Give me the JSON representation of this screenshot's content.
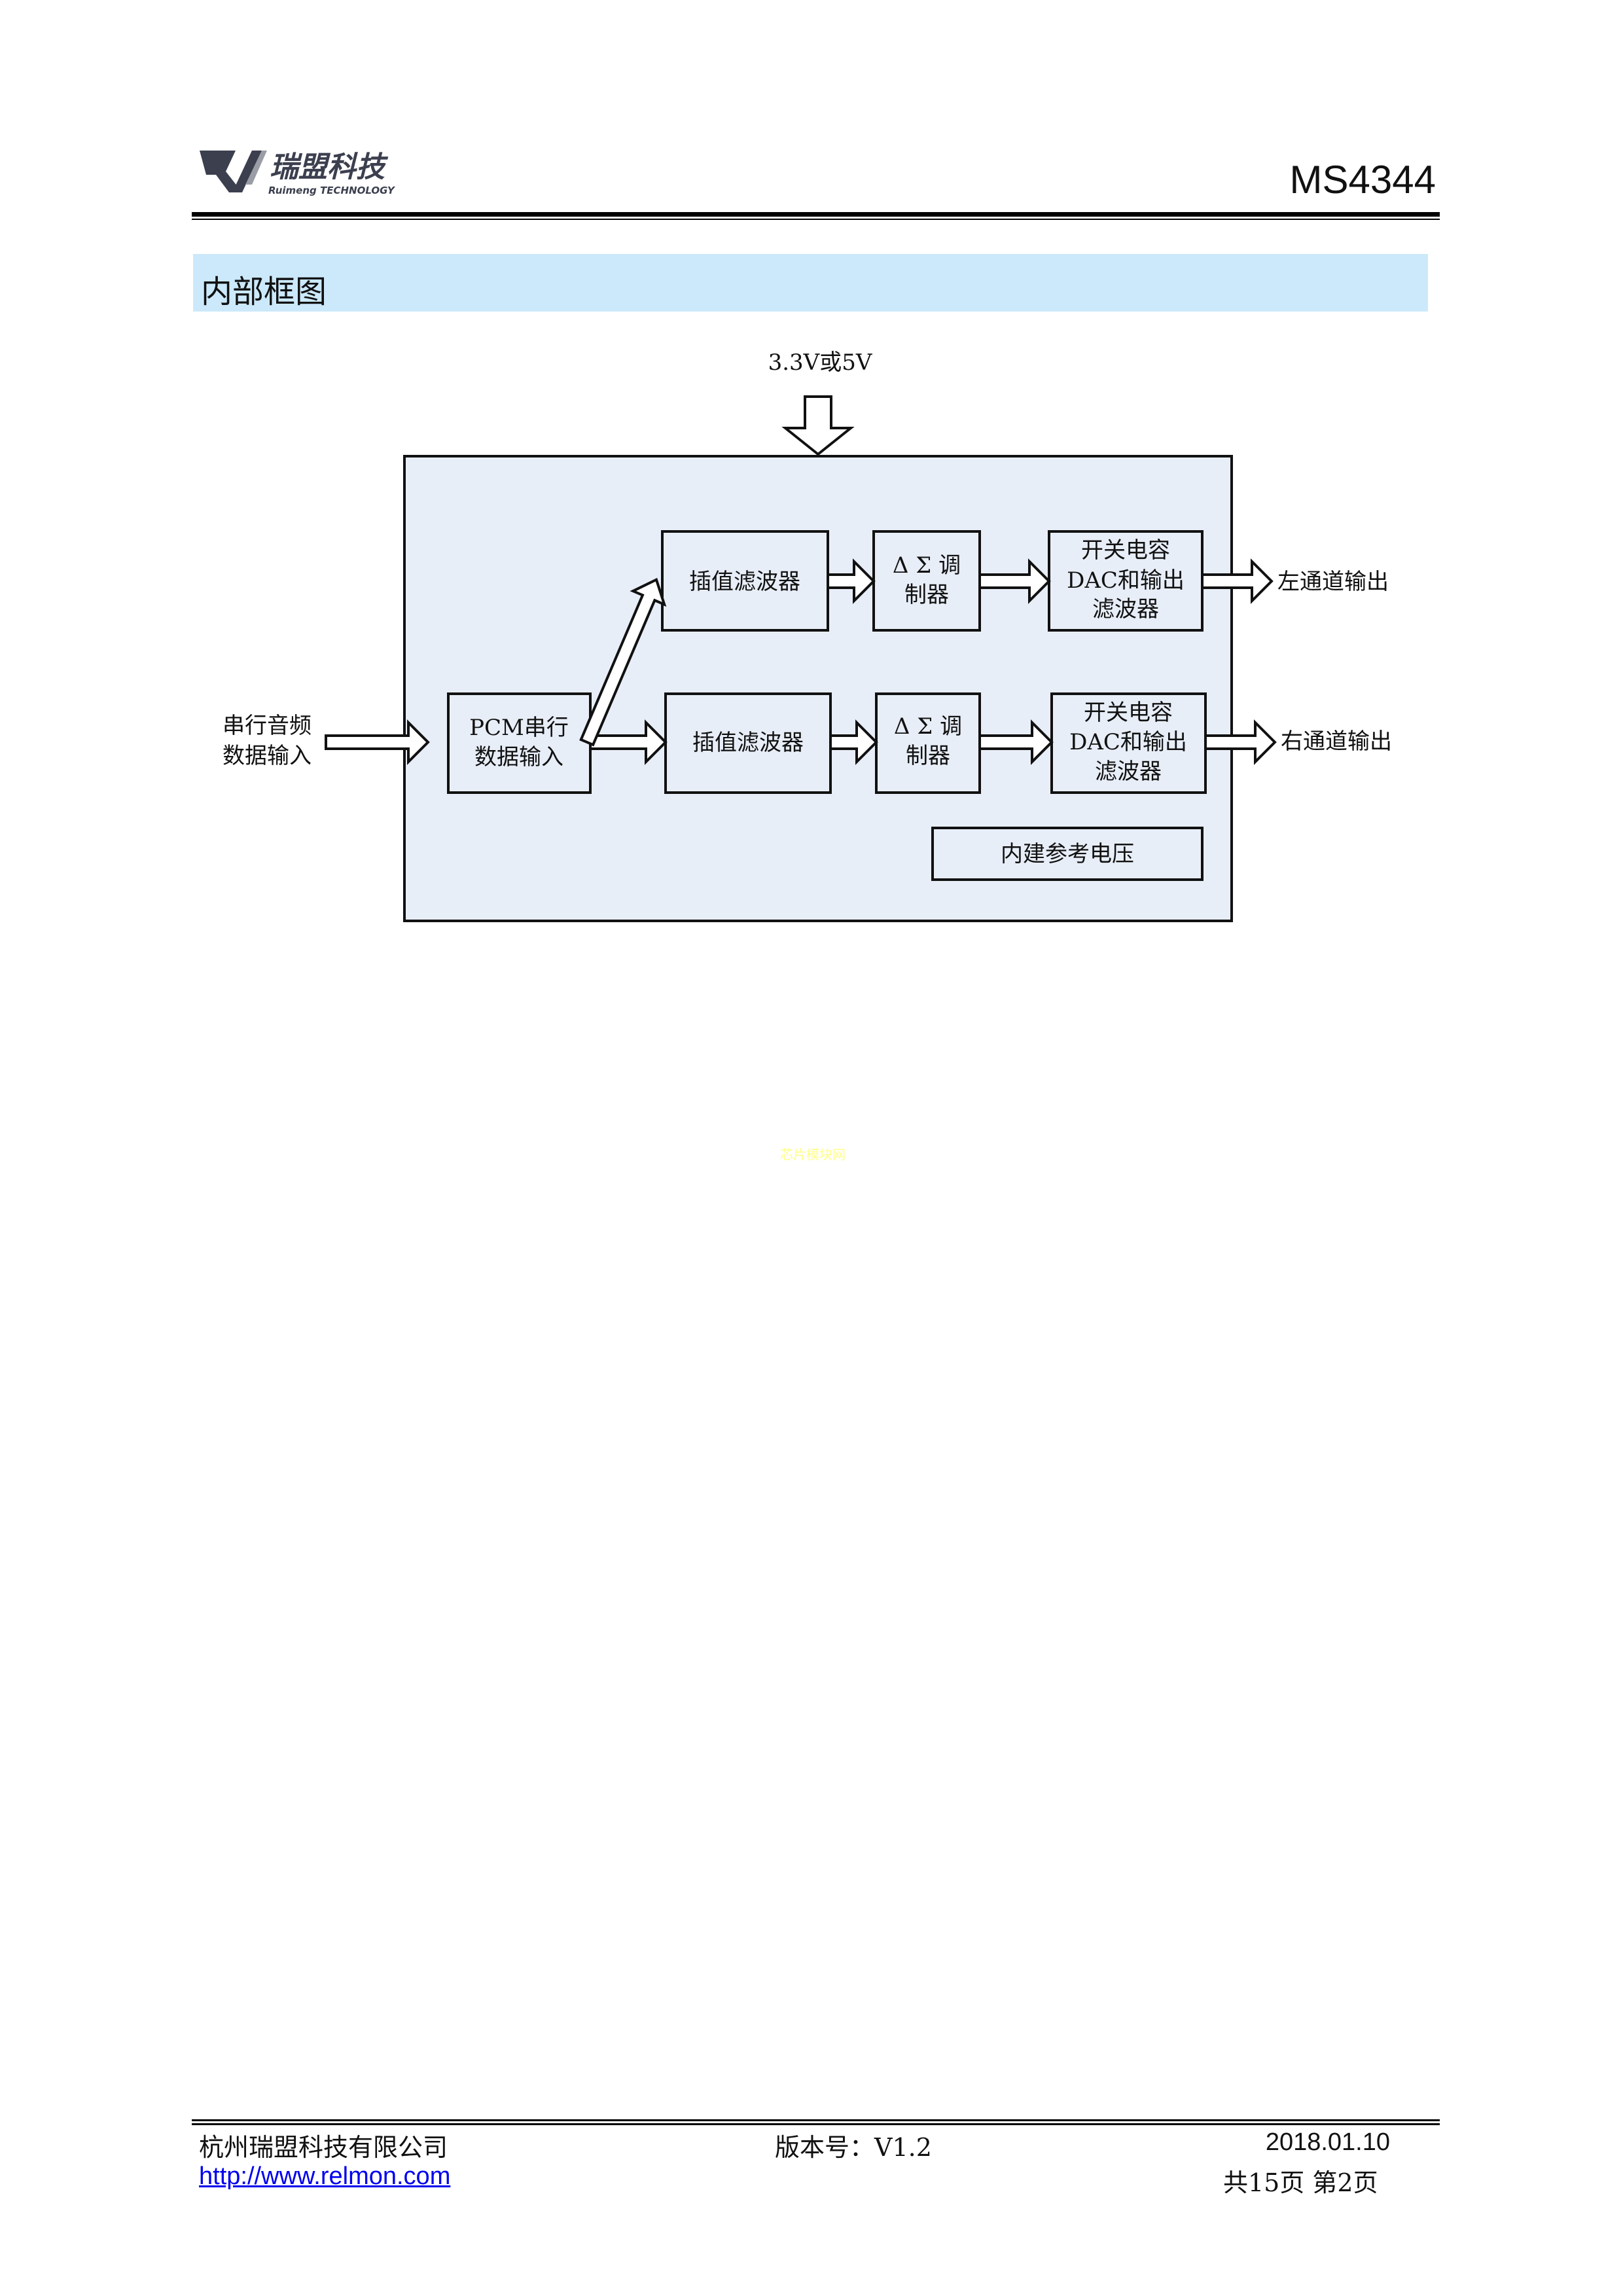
{
  "header": {
    "logo_text": "瑞盟科技",
    "logo_subtext": "Ruimeng TECHNOLOGY",
    "doc_code": "MS4344"
  },
  "section": {
    "title": "内部框图"
  },
  "diagram": {
    "supply_label": "3.3V或5V",
    "input_label_1": "串行音频",
    "input_label_2": "数据输入",
    "pcm_line1": "PCM串行",
    "pcm_line2": "数据输入",
    "interp_filter": "插值滤波器",
    "modulator_line1": "Δ Σ 调",
    "modulator_line2": "制器",
    "dac_line1": "开关电容",
    "dac_line2": "DAC和输出",
    "dac_line3": "滤波器",
    "left_output": "左通道输出",
    "right_output": "右通道输出",
    "reference": "内建参考电压"
  },
  "watermark": "芯片模块网",
  "footer": {
    "company": "杭州瑞盟科技有限公司",
    "url": "http://www.relmon.com",
    "version": "版本号：V1.2",
    "date": "2018.01.10",
    "pages": "共15页 第2页"
  }
}
